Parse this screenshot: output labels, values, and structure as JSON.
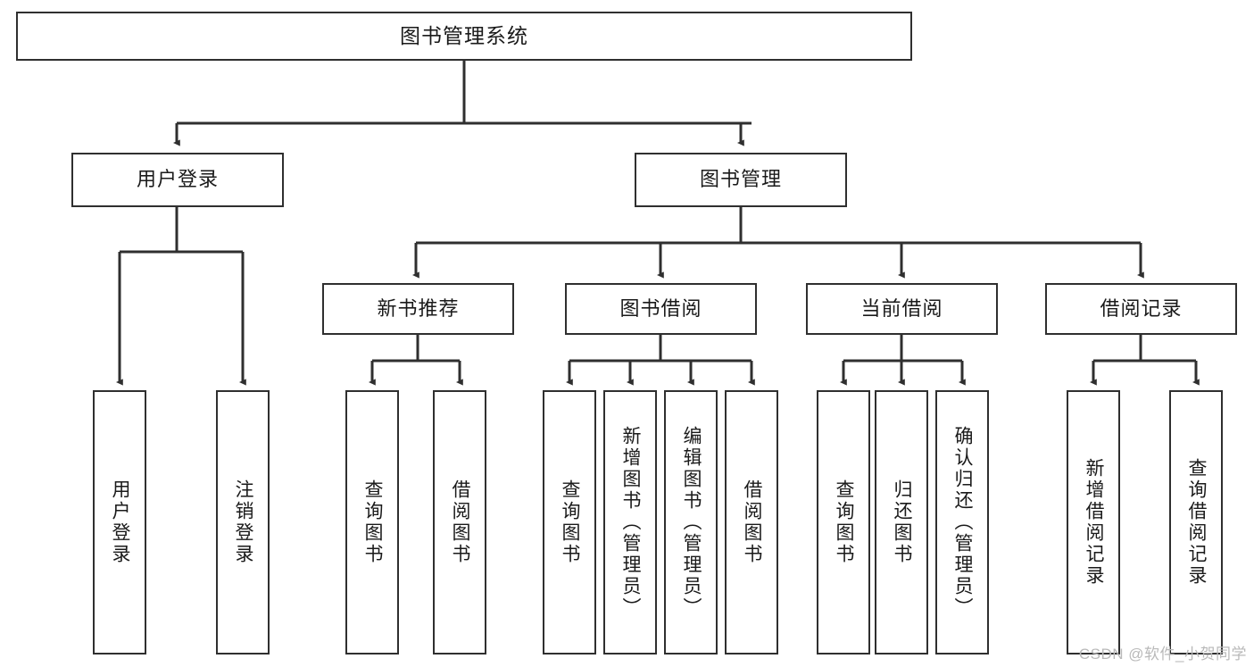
{
  "diagram": {
    "type": "tree-hierarchy",
    "title": "图书管理系统",
    "orientation": "top-down",
    "watermark": "CSDN @软件_小贺同学",
    "colors": {
      "border": "#2f2f2f",
      "edge": "#2f2f2f",
      "background": "#ffffff",
      "text": "#1a1a1a",
      "watermark": "#b9b9b9"
    },
    "nodes": {
      "root": {
        "label": "图书管理系统"
      },
      "level1": [
        {
          "id": "user-login",
          "label": "用户登录"
        },
        {
          "id": "book-manage",
          "label": "图书管理"
        }
      ],
      "level2": [
        {
          "id": "new-book-recommend",
          "label": "新书推荐"
        },
        {
          "id": "book-borrow",
          "label": "图书借阅"
        },
        {
          "id": "current-borrow",
          "label": "当前借阅"
        },
        {
          "id": "borrow-record",
          "label": "借阅记录"
        }
      ],
      "leaves": {
        "user_login": [
          {
            "id": "leaf-user-login",
            "label": "用户登录"
          },
          {
            "id": "leaf-logout-login",
            "label": "注销登录"
          }
        ],
        "new_book_recommend": [
          {
            "id": "leaf-query-book-1",
            "label": "查询图书"
          },
          {
            "id": "leaf-borrow-book-1",
            "label": "借阅图书"
          }
        ],
        "book_borrow": [
          {
            "id": "leaf-query-book-2",
            "label": "查询图书"
          },
          {
            "id": "leaf-add-book-admin",
            "label": "新增图书（管理员）"
          },
          {
            "id": "leaf-edit-book-admin",
            "label": "编辑图书（管理员）"
          },
          {
            "id": "leaf-borrow-book-2",
            "label": "借阅图书"
          }
        ],
        "current_borrow": [
          {
            "id": "leaf-query-book-3",
            "label": "查询图书"
          },
          {
            "id": "leaf-return-book",
            "label": "归还图书"
          },
          {
            "id": "leaf-confirm-return-admin",
            "label": "确认归还（管理员）"
          }
        ],
        "borrow_record": [
          {
            "id": "leaf-add-borrow-record",
            "label": "新增借阅记录"
          },
          {
            "id": "leaf-query-borrow-record",
            "label": "查询借阅记录"
          }
        ]
      }
    }
  }
}
